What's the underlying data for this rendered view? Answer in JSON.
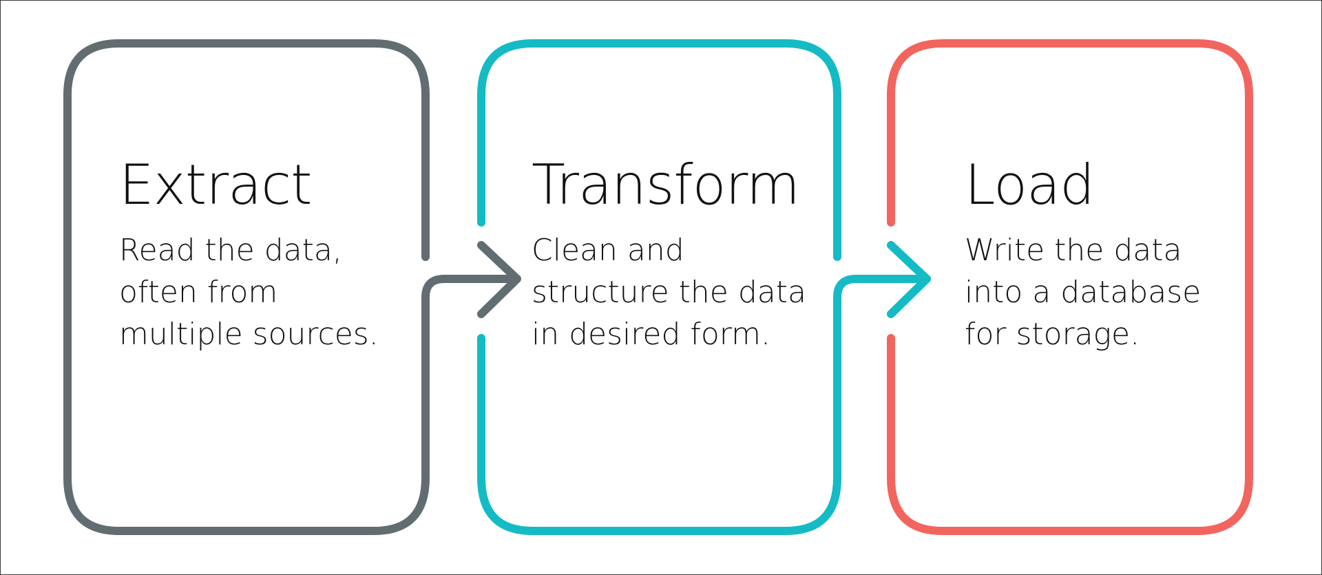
{
  "stages": [
    {
      "id": "extract",
      "title": "Extract",
      "lines": [
        "Read the data,",
        "often from",
        "multiple sources."
      ],
      "color": "#626d71"
    },
    {
      "id": "transform",
      "title": "Transform",
      "lines": [
        "Clean and",
        "structure the data",
        "in desired form."
      ],
      "color": "#14bbc4"
    },
    {
      "id": "load",
      "title": "Load",
      "lines": [
        "Write the data",
        "into a database",
        "for storage."
      ],
      "color": "#f2655f"
    }
  ]
}
